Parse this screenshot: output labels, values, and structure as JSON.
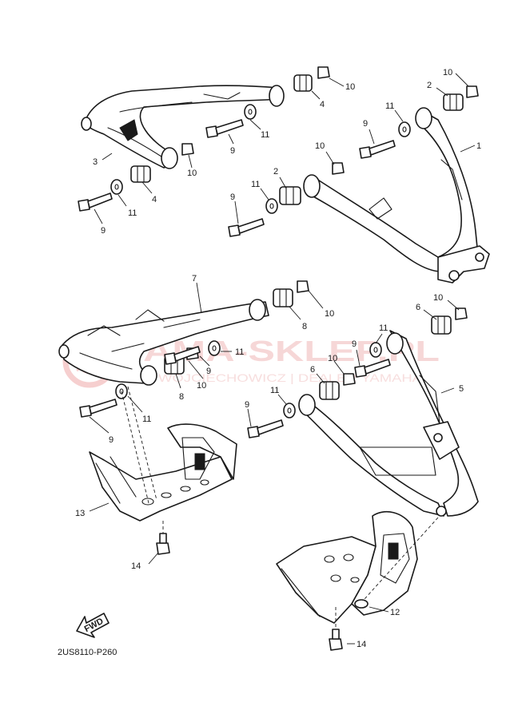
{
  "diagram": {
    "code": "2US8110-P260",
    "fwd_label": "FWD",
    "callouts": {
      "upper_right_arm": "1",
      "upper_right_bushing_a": "2",
      "upper_right_bushing_b": "2",
      "upper_left_arm": "3",
      "upper_left_bushing_a": "4",
      "upper_left_bushing_b": "4",
      "lower_right_arm": "5",
      "lower_right_bushing_a": "6",
      "lower_right_bushing_b": "6",
      "lower_left_arm": "7",
      "lower_left_bushing_a": "8",
      "lower_left_bushing_b": "8",
      "bolt_1": "9",
      "bolt_2": "9",
      "bolt_3": "9",
      "bolt_4": "9",
      "bolt_5": "9",
      "bolt_6": "9",
      "bolt_7": "9",
      "nut_1": "10",
      "nut_2": "10",
      "nut_3": "10",
      "nut_4": "10",
      "nut_5": "10",
      "nut_6": "10",
      "nut_7": "10",
      "washer_1": "11",
      "washer_2": "11",
      "washer_3": "11",
      "washer_4": "11",
      "washer_5": "11",
      "washer_6": "11",
      "washer_7": "11",
      "guard_right": "12",
      "guard_left": "13",
      "screw_left": "14",
      "screw_right": "14"
    }
  },
  "watermark": {
    "brand": "YAMA-SKLEP.PL",
    "subtitle": "WOJCIECHOWICZ | DEALER YAMAHA"
  }
}
